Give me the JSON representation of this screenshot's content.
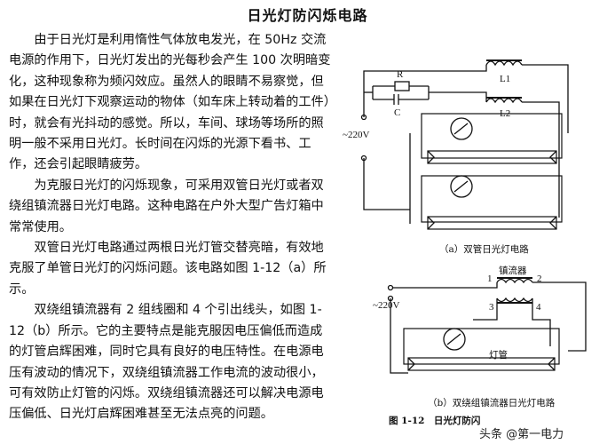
{
  "document": {
    "title": "日光灯防闪烁电路",
    "paragraphs": [
      "由于日光灯是利用惰性气体放电发光，在 50Hz 交流电源的作用下，日光灯发出的光每秒会产生 100 次明暗变化，这种现象称为频闪效应。虽然人的眼睛不易察觉，但如果在日光灯下观察运动的物体（如车床上转动着的工件）时，就会有光抖动的感觉。所以，车间、球场等场所的照明一般不采用日光灯。长时间在闪烁的光源下看书、工作，还会引起眼睛疲劳。",
      "为克服日光灯的闪烁现象，可采用双管日光灯或者双绕组镇流器日光灯电路。这种电路在户外大型广告灯箱中常常使用。",
      "双管日光灯电路通过两根日光灯管交替亮暗，有效地克服了单管日光灯的闪烁问题。该电路如图 1-12（a）所示。",
      "双绕组镇流器有 2 组线圈和 4 个引出线头，如图 1-12（b）所示。它的主要特点是能克服因电压偏低而造成的灯管启辉困难，同时它具有良好的电压特性。在电源电压有波动的情况下，双绕组镇流器工作电流的波动很小，可有效防止灯管的闪烁。双绕组镇流器还可以解决电源电压偏低、日光灯启辉困难甚至无法点亮的问题。"
    ]
  },
  "figure_a": {
    "labels": {
      "l1": "L1",
      "l2": "L2",
      "r": "R",
      "c": "C",
      "voltage": "~220V"
    },
    "caption": "（a）双管日光灯电路"
  },
  "figure_b": {
    "labels": {
      "ballast": "镇流器",
      "t1": "1",
      "t2": "2",
      "t3": "3",
      "t4": "4",
      "voltage": "~220V",
      "tube": "灯管"
    },
    "caption": "（b）双绕组镇流器日光灯电路"
  },
  "figure_caption": "图 1-12　日光灯防闪",
  "watermark": "头条 @第一电力"
}
